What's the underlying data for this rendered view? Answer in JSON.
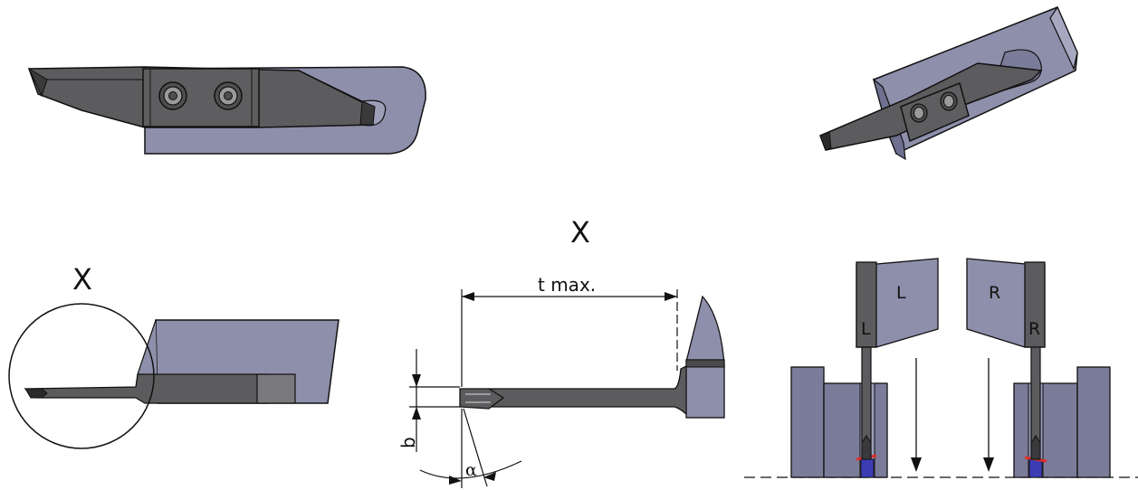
{
  "labels": {
    "detail_marker": "X",
    "detail_title": "X",
    "dim_t_max": "t max.",
    "dim_b": "b",
    "dim_alpha": "α",
    "left_holder": "L",
    "left_blade": "L",
    "right_holder": "R",
    "right_blade": "R"
  },
  "colors": {
    "holder_fill": "#8e8fab",
    "holder_dark": "#6f7090",
    "blade_fill": "#5c5c5e",
    "blade_dark": "#3a3a3c",
    "screw_fill": "#9a9a9c",
    "workpiece_fill": "#7b7c99",
    "cut_red": "#e0302a",
    "cut_blue": "#3c3cb4",
    "line": "#111111"
  }
}
